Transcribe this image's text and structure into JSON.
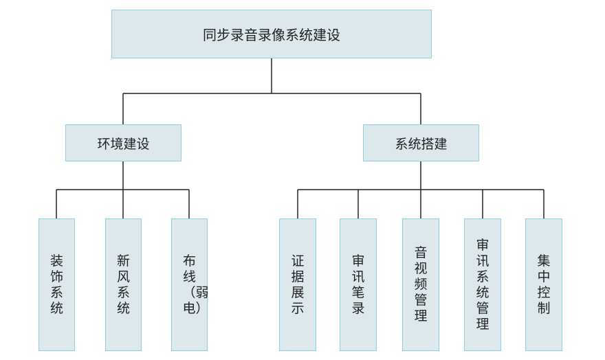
{
  "diagram": {
    "root": {
      "label": "同步录音录像系统建设"
    },
    "branches": [
      {
        "label": "环境建设",
        "children": [
          "装饰系统",
          "新风系统",
          "布线（弱电）"
        ]
      },
      {
        "label": "系统搭建",
        "children": [
          "证据展示",
          "审讯笔录",
          "音视频管理",
          "审讯系统管理",
          "集中控制"
        ]
      }
    ]
  }
}
